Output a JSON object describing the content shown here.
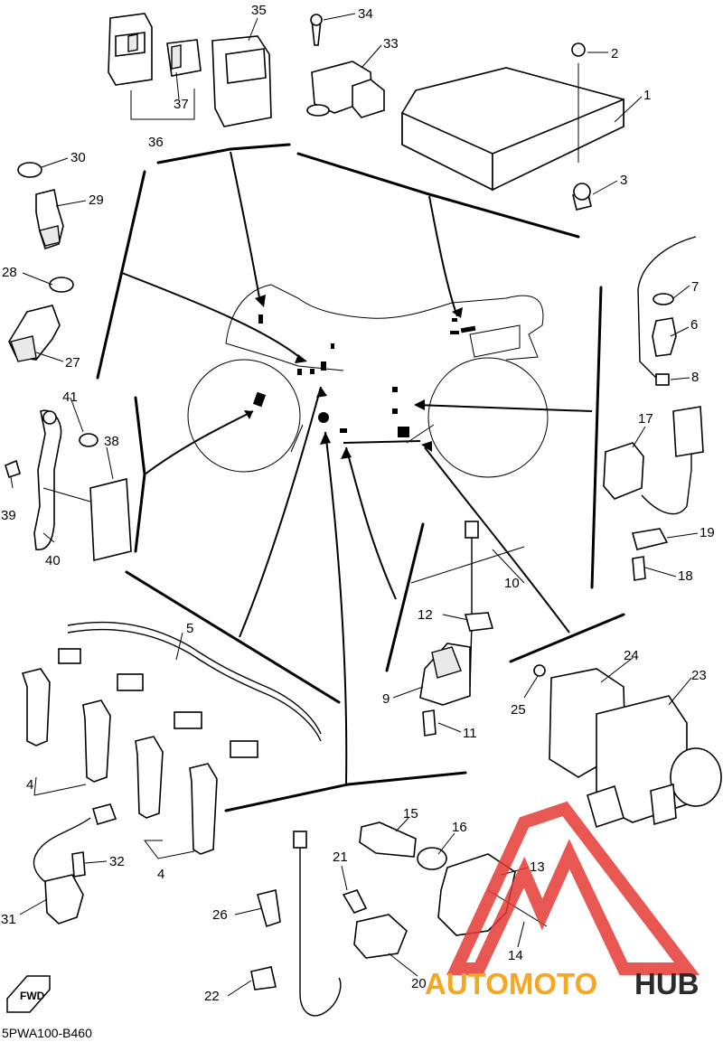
{
  "diagram_code": "5PWA100-B460",
  "fwd_label": "FWD",
  "watermark": {
    "brand_part1": "AUTOMOTO",
    "brand_part2": "HUB",
    "color_red": "#e53935",
    "color_orange": "#f5a623",
    "color_dark": "#2b2b2b"
  },
  "callouts": {
    "c1": "1",
    "c2": "2",
    "c3": "3",
    "c4a": "4",
    "c4b": "4",
    "c5": "5",
    "c6": "6",
    "c7": "7",
    "c8": "8",
    "c9": "9",
    "c10": "10",
    "c11": "11",
    "c12": "12",
    "c13": "13",
    "c14": "14",
    "c15": "15",
    "c16": "16",
    "c17": "17",
    "c18": "18",
    "c19": "19",
    "c20": "20",
    "c21": "21",
    "c22": "22",
    "c23": "23",
    "c24": "24",
    "c25": "25",
    "c26": "26",
    "c27": "27",
    "c28": "28",
    "c29": "29",
    "c30": "30",
    "c31": "31",
    "c32": "32",
    "c33": "33",
    "c34": "34",
    "c35": "35",
    "c36": "36",
    "c37": "37",
    "c38": "38",
    "c39": "39",
    "c40": "40",
    "c41": "41"
  }
}
